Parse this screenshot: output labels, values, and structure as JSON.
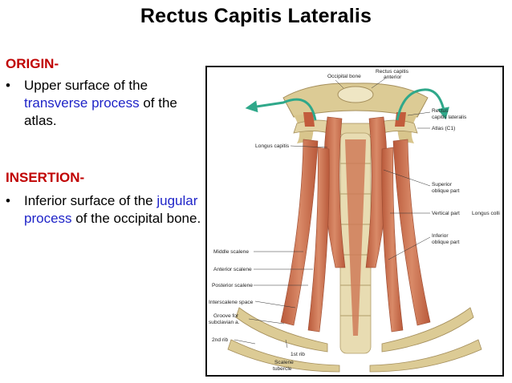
{
  "title": "Rectus Capitis Lateralis",
  "origin": {
    "heading": "ORIGIN-",
    "bullet": "•",
    "text_before": "Upper surface of the ",
    "highlight": "transverse process",
    "text_after": " of the atlas."
  },
  "insertion": {
    "heading": "INSERTION-",
    "bullet": "•",
    "text_before": "Inferior surface of the ",
    "highlight": "jugular process",
    "text_after": " of the occipital bone."
  },
  "colors": {
    "heading": "#c00000",
    "highlight": "#1f24c8",
    "arrow": "#2fa88a",
    "muscle": "#c9714f",
    "bone": "#dccb95"
  },
  "figure_labels": {
    "occipital_bone": "Occipital bone",
    "rectus_capitis_anterior_1": "Rectus capitis",
    "rectus_capitis_anterior_2": "anterior",
    "rectus_capitis_lateralis_1": "Rectus",
    "rectus_capitis_lateralis_2": "capitis lateralis",
    "atlas": "Atlas (C1)",
    "longus_capitis": "Longus capitis",
    "superior_oblique_1": "Superior",
    "superior_oblique_2": "oblique part",
    "vertical_part": "Vertical part",
    "longus_colli": "Longus colli",
    "inferior_oblique_1": "Inferior",
    "inferior_oblique_2": "oblique part",
    "middle_scalene": "Middle scalene",
    "anterior_scalene": "Anterior scalene",
    "posterior_scalene": "Posterior scalene",
    "interscalene_space": "Interscalene space",
    "groove_1": "Groove for",
    "groove_2": "subclavian a.",
    "second_rib": "2nd rib",
    "first_rib": "1st rib",
    "scalene_tubercle_1": "Scalene",
    "scalene_tubercle_2": "tubercle"
  }
}
